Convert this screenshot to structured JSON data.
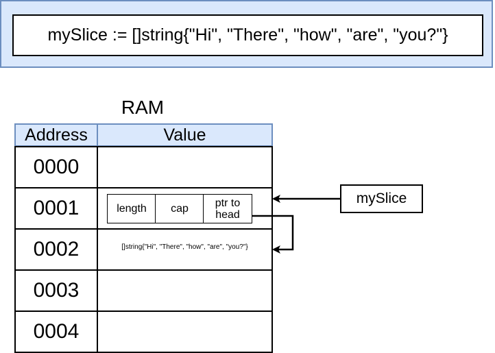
{
  "code_block": {
    "text": "mySlice := []string{\"Hi\", \"There\", \"how\", \"are\", \"you?\"}"
  },
  "ram": {
    "title": "RAM",
    "headers": {
      "address": "Address",
      "value": "Value"
    },
    "rows": [
      {
        "address": "0000",
        "value": ""
      },
      {
        "address": "0001",
        "value": ""
      },
      {
        "address": "0002",
        "value": "[]string{\"Hi\", \"There\", \"how\", \"are\", \"you?\"}"
      },
      {
        "address": "0003",
        "value": ""
      },
      {
        "address": "0004",
        "value": ""
      }
    ]
  },
  "slice_header": {
    "fields": [
      "length",
      "cap",
      "ptr to head"
    ]
  },
  "variable": {
    "label": "mySlice"
  },
  "colors": {
    "header_fill": "#dae8fc",
    "header_border": "#6c8ebf",
    "border": "#000000"
  }
}
